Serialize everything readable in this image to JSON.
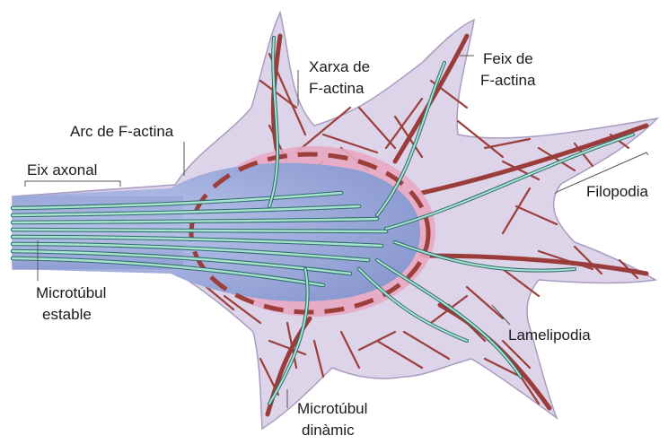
{
  "labels": {
    "xarxa_line1": "Xarxa de",
    "xarxa_line2": "F-actina",
    "feix_line1": "Feix de",
    "feix_line2": "F-actina",
    "arc": "Arc de F-actina",
    "eix": "Eix axonal",
    "filopodia": "Filopodia",
    "microtubul_estable_line1": "Microtúbul",
    "microtubul_estable_line2": "estable",
    "lamelipodia": "Lamelipodia",
    "microtubul_dinamic_line1": "Microtúbul",
    "microtubul_dinamic_line2": "dinàmic"
  },
  "colors": {
    "membrane": "#ddd4ea",
    "membrane_outline": "#a99cbf",
    "transition_zone": "#e8a9c3",
    "central_domain": "#8f9fd4",
    "actin": "#9c3f3a",
    "microtubule": "#a8e3cf",
    "microtubule_edge": "#2f6b6b"
  }
}
